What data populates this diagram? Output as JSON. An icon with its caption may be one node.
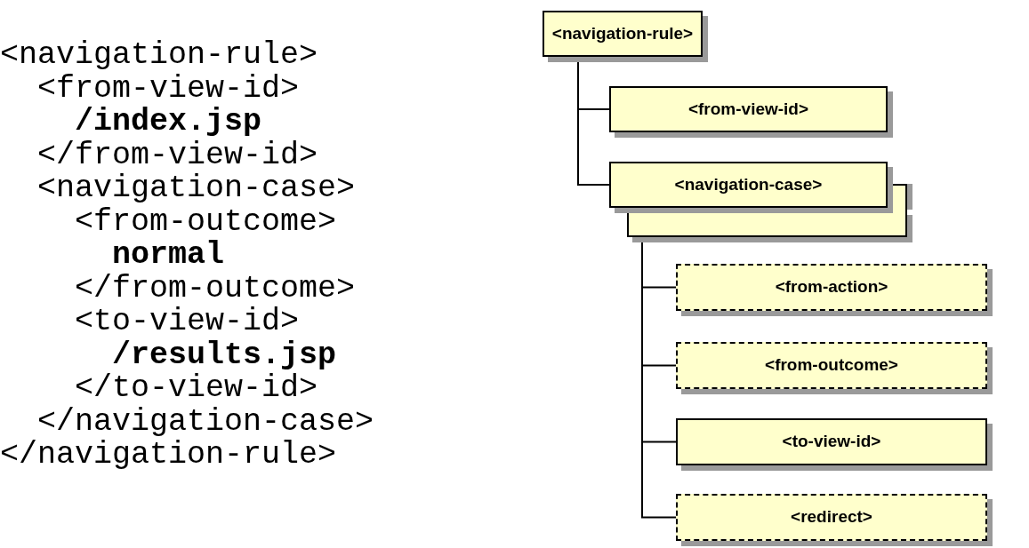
{
  "diagram": {
    "nodes": [
      {
        "text": [
          "<navigation-rule>"
        ]
      },
      {
        "text": [
          "<from-view-id>"
        ]
      },
      {
        "text": [
          "<navigation-case>"
        ]
      },
      {
        "text": [],
        "shape": "box"
      },
      {
        "text": [
          "<from-action>"
        ]
      },
      {
        "text": [
          "<from-outcome>"
        ]
      },
      {
        "text": [
          "<to-view-id>"
        ]
      },
      {
        "text": [
          "<redirect>"
        ]
      }
    ],
    "edges": [
      {
        "from": 0,
        "to": 1,
        "arrow": "none"
      },
      {
        "from": 0,
        "to": 2,
        "arrow": "none"
      },
      {
        "from": 3,
        "to": 4,
        "arrow": "none"
      },
      {
        "from": 3,
        "to": 5,
        "arrow": "none"
      },
      {
        "from": 3,
        "to": 6,
        "arrow": "none"
      },
      {
        "from": 3,
        "to": 7,
        "arrow": "none"
      }
    ],
    "labels": [
      "<navigation-rule>",
      "<from-view-id>",
      "/index.jsp",
      "</from-view-id>",
      "<navigation-case>",
      "<from-outcome>",
      "normal",
      "</from-outcome>",
      "<to-view-id>",
      "/results.jsp",
      "</to-view-id>",
      "</navigation-case>",
      "</navigation-rule>"
    ]
  }
}
